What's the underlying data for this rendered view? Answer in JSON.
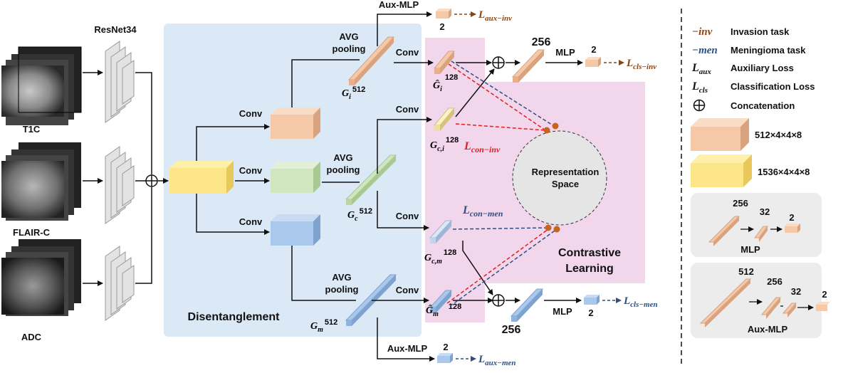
{
  "inputs": {
    "t1c": "T1C",
    "flair": "FLAIR-C",
    "adc": "ADC",
    "backbone": "ResNet34"
  },
  "panels": {
    "disentanglement": "Disentanglement",
    "contrastive_1": "Contrastive",
    "contrastive_2": "Learning",
    "representation_1": "Representation",
    "representation_2": "Space"
  },
  "ops": {
    "conv": "Conv",
    "avg_1": "AVG",
    "avg_2": "pooling",
    "mlp": "MLP",
    "aux_mlp": "Aux-MLP"
  },
  "features": {
    "gi": "G",
    "gi_sub": "i",
    "gi_dim": "512",
    "gc": "G",
    "gc_sub": "c",
    "gc_dim": "512",
    "gm": "G",
    "gm_sub": "m",
    "gm_dim": "512",
    "gi_hat": "Ĝ",
    "gi_hat_sub": "i",
    "gi_hat_dim": "128",
    "gci": "G",
    "gci_sub": "c,i",
    "gci_dim": "128",
    "gcm": "G",
    "gcm_sub": "c,m",
    "gcm_dim": "128",
    "gm_hat": "Ĝ",
    "gm_hat_sub": "m",
    "gm_hat_dim": "128"
  },
  "dims": {
    "d256_top": "256",
    "d2_top": "2",
    "d2_aux_top": "2",
    "d256_bot": "256",
    "d2_bot": "2",
    "d2_aux_bot": "2"
  },
  "losses": {
    "aux_inv": "L",
    "aux_inv_sub": "aux−inv",
    "cls_inv": "L",
    "cls_inv_sub": "cls−inv",
    "con_inv": "L",
    "con_inv_sub": "con−inv",
    "con_men": "L",
    "con_men_sub": "con−men",
    "cls_men": "L",
    "cls_men_sub": "cls−men",
    "aux_men": "L",
    "aux_men_sub": "aux−men"
  },
  "legend": {
    "inv_sym": "−inv",
    "inv_text": "Invasion task",
    "men_sym": "−men",
    "men_text": "Meningioma task",
    "laux_L": "L",
    "laux_sub": "aux",
    "laux_text": "Auxiliary Loss",
    "lcls_L": "L",
    "lcls_sub": "cls",
    "lcls_text": "Classification Loss",
    "concat_text": "Concatenation",
    "box1_text": "512×4×4×8",
    "box2_text": "1536×4×4×8",
    "mlp_title": "MLP",
    "mlp_d1": "256",
    "mlp_d2": "32",
    "mlp_d3": "2",
    "aux_title": "Aux-MLP",
    "aux_d1": "512",
    "aux_d2": "256",
    "aux_d3": "32",
    "aux_d4": "2"
  },
  "colors": {
    "invasion": "#8b4513",
    "meningioma": "#2f4f7f",
    "contrast_red": "#e02020",
    "orange_box": "#f5c9a8",
    "yellow_box": "#fde68a",
    "green_box": "#cfe6bf",
    "blue_box": "#a9c8ec",
    "disentangle_bg": "#dbe8f6",
    "contrastive_bg": "#f1d6ec"
  }
}
